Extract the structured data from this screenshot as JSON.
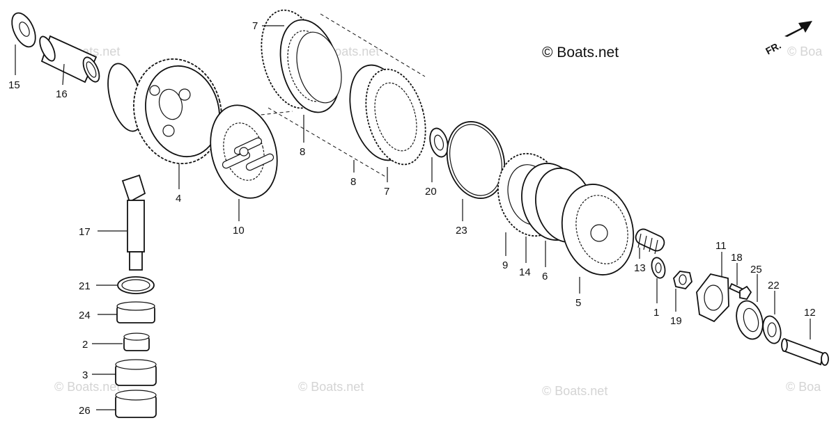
{
  "copyright": "© Boats.net",
  "watermark": "© Boats.net",
  "watermark_partial": "© Boa",
  "orientation": {
    "label": "FR."
  },
  "parts": [
    {
      "ref": "15"
    },
    {
      "ref": "16"
    },
    {
      "ref": "4"
    },
    {
      "ref": "10"
    },
    {
      "ref": "7"
    },
    {
      "ref": "8"
    },
    {
      "ref": "8"
    },
    {
      "ref": "7"
    },
    {
      "ref": "20"
    },
    {
      "ref": "23"
    },
    {
      "ref": "9"
    },
    {
      "ref": "14"
    },
    {
      "ref": "6"
    },
    {
      "ref": "5"
    },
    {
      "ref": "13"
    },
    {
      "ref": "1"
    },
    {
      "ref": "19"
    },
    {
      "ref": "11"
    },
    {
      "ref": "18"
    },
    {
      "ref": "25"
    },
    {
      "ref": "22"
    },
    {
      "ref": "12"
    },
    {
      "ref": "17"
    },
    {
      "ref": "21"
    },
    {
      "ref": "24"
    },
    {
      "ref": "2"
    },
    {
      "ref": "3"
    },
    {
      "ref": "26"
    }
  ]
}
